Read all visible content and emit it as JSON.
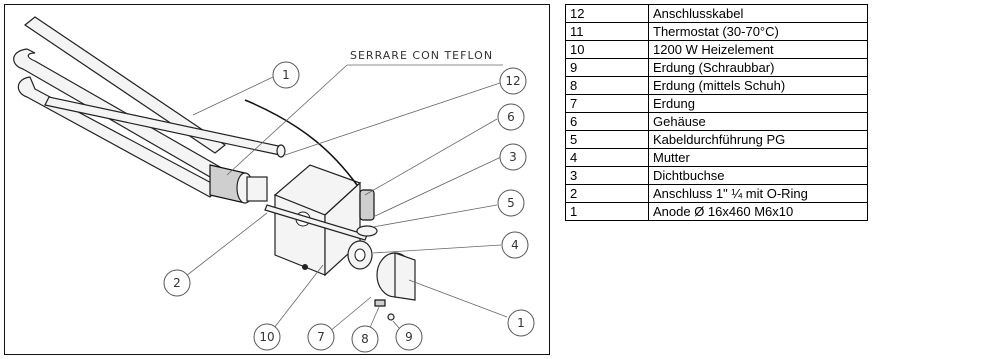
{
  "drawing": {
    "note": "SERRARE CON TEFLON",
    "callouts": [
      "1",
      "12",
      "6",
      "3",
      "5",
      "4",
      "2",
      "10",
      "7",
      "8",
      "9",
      "1"
    ]
  },
  "parts": [
    {
      "num": "12",
      "desc": "Anschlusskabel"
    },
    {
      "num": "11",
      "desc": "Thermostat (30-70°C)"
    },
    {
      "num": "10",
      "desc": "1200 W Heizelement"
    },
    {
      "num": "9",
      "desc": "Erdung (Schraubbar)"
    },
    {
      "num": "8",
      "desc": "Erdung (mittels Schuh)"
    },
    {
      "num": "7",
      "desc": "Erdung"
    },
    {
      "num": "6",
      "desc": "Gehäuse"
    },
    {
      "num": "5",
      "desc": "Kabeldurchführung PG"
    },
    {
      "num": "4",
      "desc": "Mutter"
    },
    {
      "num": "3",
      "desc": "Dichtbuchse"
    },
    {
      "num": "2",
      "desc": "Anschluss 1\" ¼ mit O-Ring"
    },
    {
      "num": "1",
      "desc": "Anode Ø 16x460     M6x10"
    }
  ]
}
